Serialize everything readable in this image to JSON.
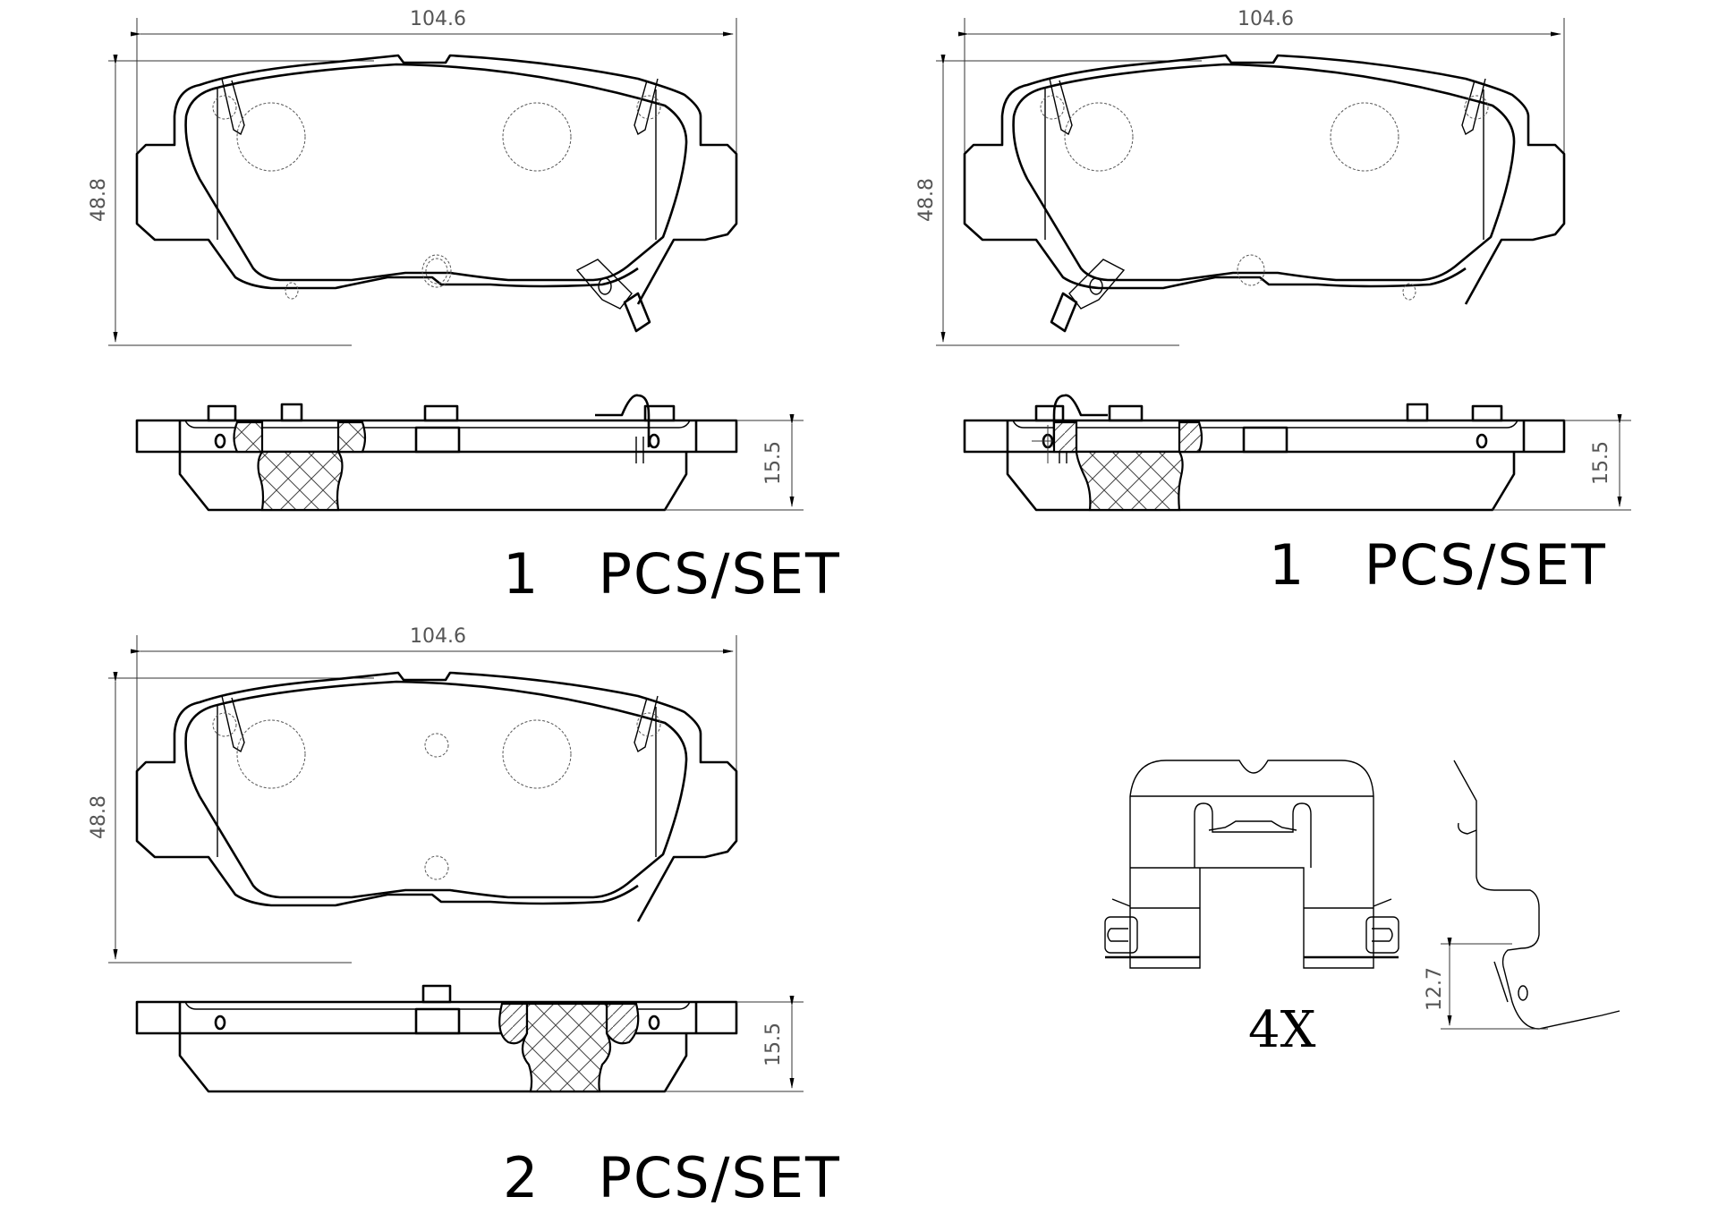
{
  "diagram": {
    "title": "Brake pad set technical drawing",
    "views": [
      {
        "id": "pad-top-left",
        "width_dim": "104.6",
        "height_dim": "48.8",
        "thickness_dim": "15.5",
        "features": [
          "wear indicator clip (right)",
          "two abutment shims",
          "center pin"
        ],
        "quantity_label": "1   PCS/SET"
      },
      {
        "id": "pad-top-right",
        "width_dim": "104.6",
        "height_dim": "48.8",
        "thickness_dim": "15.5",
        "features": [
          "wear indicator clip (left)",
          "mirrored layout"
        ],
        "quantity_label": "1   PCS/SET"
      },
      {
        "id": "pad-bottom-left",
        "width_dim": "104.6",
        "height_dim": "48.8",
        "thickness_dim": "15.5",
        "features": [
          "no wear indicator",
          "two center pins"
        ],
        "quantity_label": "2   PCS/SET"
      },
      {
        "id": "hardware-clip",
        "height_dim": "12.7",
        "quantity_label": "4X"
      }
    ]
  },
  "colors": {
    "line": "#000000",
    "dimension": "#555555",
    "background": "#ffffff"
  }
}
